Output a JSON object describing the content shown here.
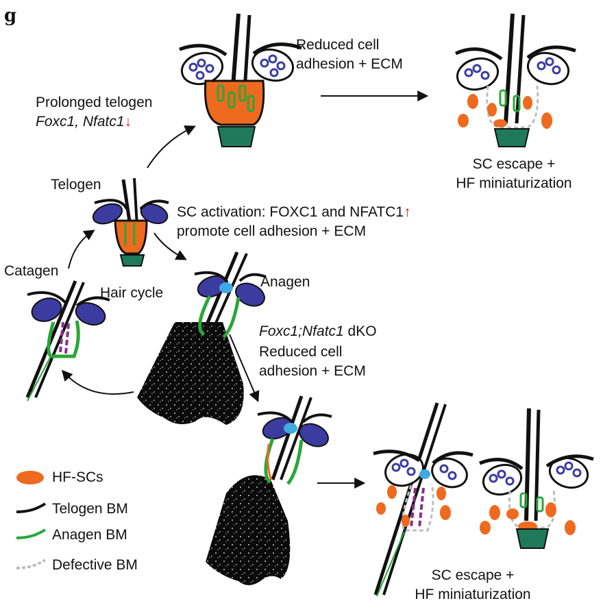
{
  "panel_label": "g",
  "labels": {
    "prolonged_telogen": "Prolonged telogen",
    "genes_down": "Foxc1, Nfatc1",
    "reduced_adhesion_top_line1": "Reduced cell",
    "reduced_adhesion_top_line2": "adhesion + ECM",
    "sc_escape_top_line1": "SC escape +",
    "sc_escape_top_line2": "HF miniaturization",
    "telogen": "Telogen",
    "sc_activation_line1": "SC activation: FOXC1 and NFATC1",
    "sc_activation_line2": "promote cell adhesion + ECM",
    "catagen": "Catagen",
    "hair_cycle": "Hair cycle",
    "anagen": "Anagen",
    "dko_genotype": "Foxc1;Nfatc1",
    "dko_suffix": " dKO",
    "reduced_adhesion_mid_line1": "Reduced cell",
    "reduced_adhesion_mid_line2": "adhesion + ECM",
    "sc_escape_bottom_line1": "SC escape +",
    "sc_escape_bottom_line2": "HF miniaturization",
    "up_arrow": "↑",
    "down_arrow": "↓"
  },
  "legend": [
    {
      "label": "HF-SCs",
      "icon": "orange-oval-icon"
    },
    {
      "label": "Telogen BM",
      "icon": "black-line-icon"
    },
    {
      "label": "Anagen BM",
      "icon": "green-line-icon"
    },
    {
      "label": "Defective BM",
      "icon": "dashed-gray-line-icon"
    }
  ],
  "colors": {
    "hf_sc": "#ee6a1e",
    "telogen_bm": "#111111",
    "anagen_bm": "#2aa63a",
    "defective_bm": "#bdbdbd",
    "sebaceous": "#3b3ba0",
    "bulge_cyan": "#3fa9e0",
    "dermal_papilla": "#1f7a5c",
    "inner_purple": "#8a2d8a",
    "arrow_red": "#d81e1e"
  }
}
